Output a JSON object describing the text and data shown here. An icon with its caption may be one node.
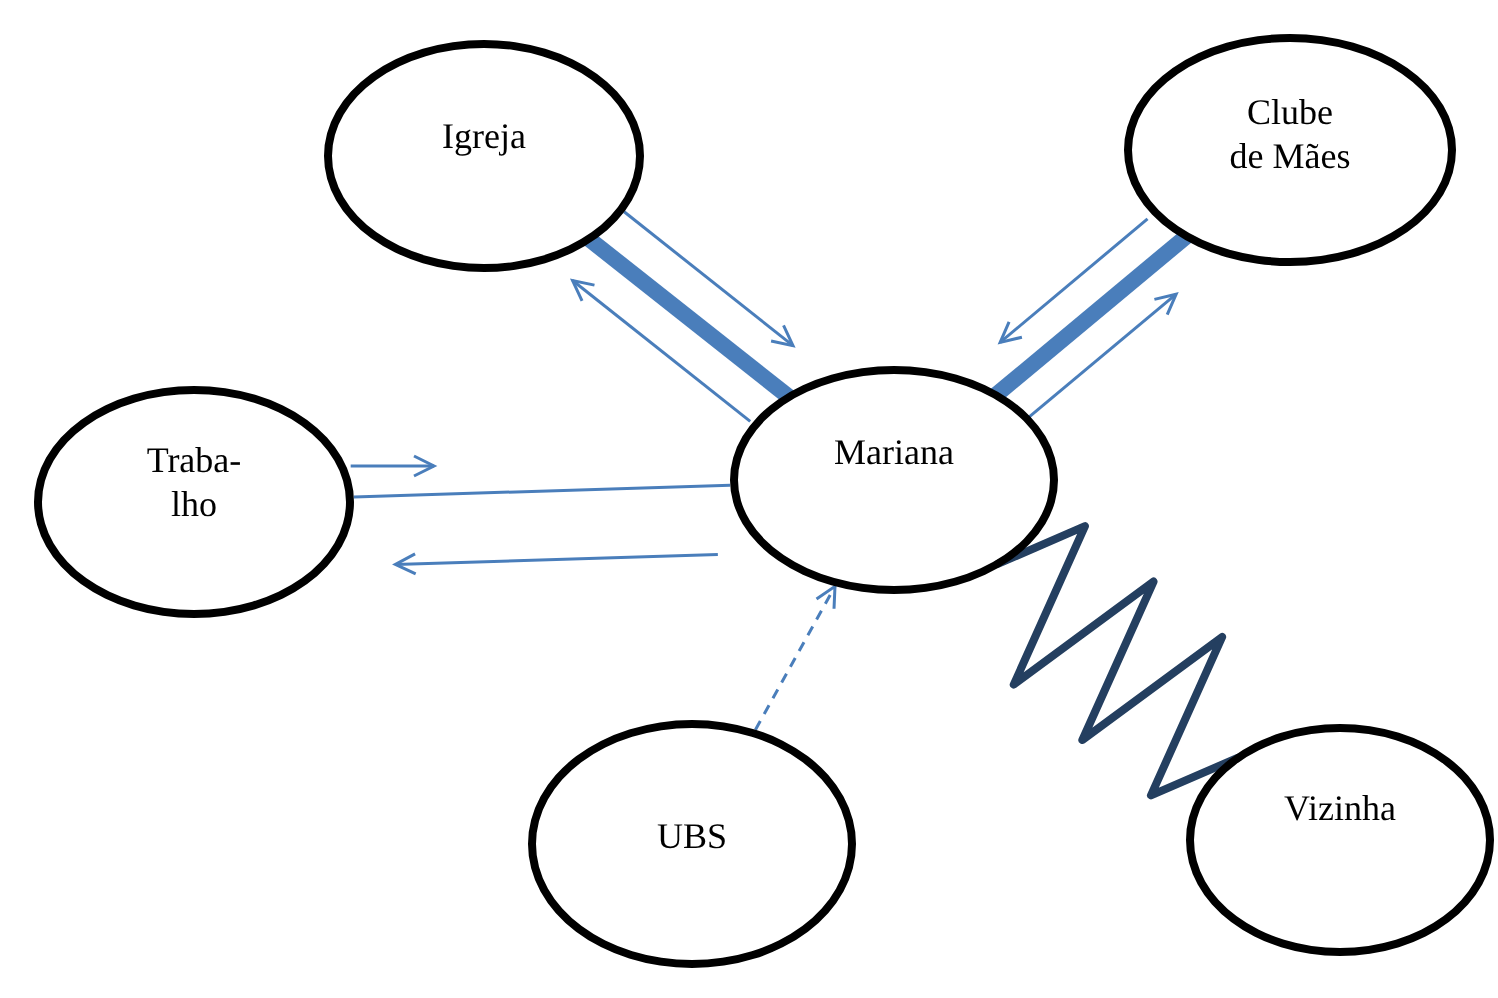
{
  "diagram": {
    "nodes": [
      {
        "text": [
          "Igreja"
        ]
      },
      {
        "text": [
          "Clube de Mães"
        ]
      },
      {
        "text": [
          "Traba- lho"
        ]
      },
      {
        "text": [
          "Mariana"
        ]
      },
      {
        "text": [
          "UBS"
        ]
      },
      {
        "text": [
          "Vizinha"
        ]
      }
    ],
    "edges": [
      {
        "from": 0,
        "to": 3,
        "arrow": "none",
        "style": "thick"
      },
      {
        "from": 0,
        "to": 3,
        "arrow": "to"
      },
      {
        "from": 3,
        "to": 0,
        "arrow": "to"
      },
      {
        "from": 1,
        "to": 3,
        "arrow": "none",
        "style": "thick"
      },
      {
        "from": 1,
        "to": 3,
        "arrow": "to"
      },
      {
        "from": 3,
        "to": 1,
        "arrow": "to"
      },
      {
        "from": 2,
        "to": null,
        "arrow": "to"
      },
      {
        "from": 2,
        "to": 3,
        "arrow": "none"
      },
      {
        "from": 3,
        "to": 2,
        "arrow": "to"
      },
      {
        "from": 4,
        "to": 3,
        "arrow": "to",
        "style": "dashed"
      },
      {
        "from": 3,
        "to": 5,
        "arrow": "none",
        "style": "thick",
        "color": "#243f60"
      }
    ]
  }
}
